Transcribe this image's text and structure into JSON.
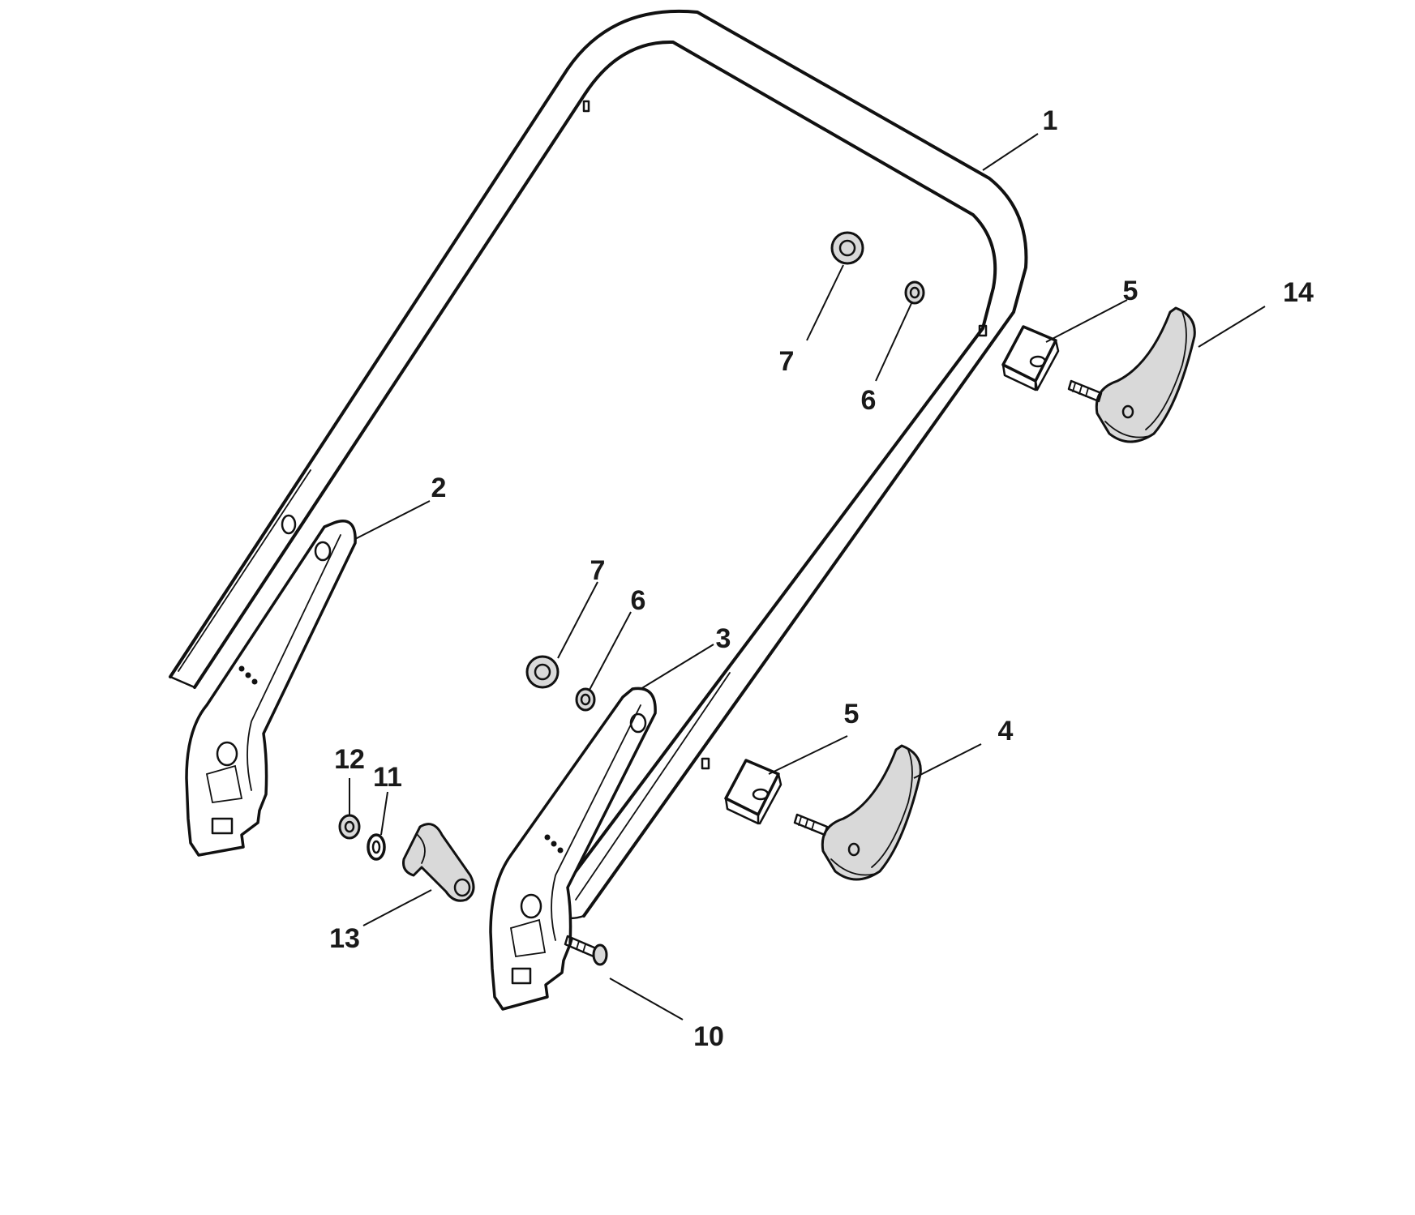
{
  "callouts": {
    "c1": "1",
    "c2": "2",
    "c3": "3",
    "c4": "4",
    "c5a": "5",
    "c5b": "5",
    "c6a": "6",
    "c6b": "6",
    "c7a": "7",
    "c7b": "7",
    "c10": "10",
    "c11": "11",
    "c12": "12",
    "c13": "13",
    "c14": "14"
  },
  "colors": {
    "line": "#111111",
    "background": "#ffffff"
  }
}
